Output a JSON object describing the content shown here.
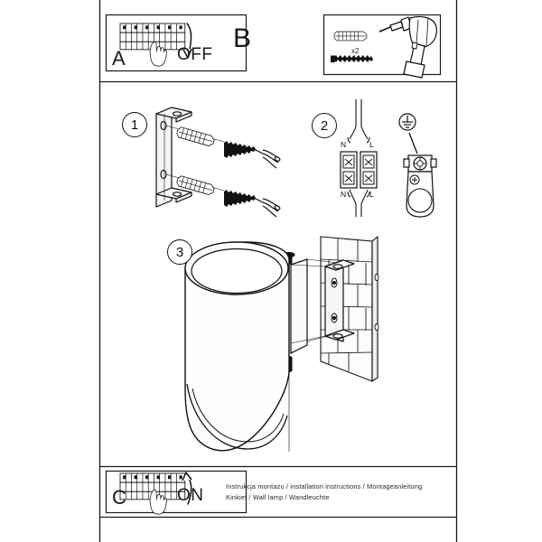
{
  "document": {
    "type": "installation-instruction-sheet",
    "product": "Wall lamp",
    "page_size": "600x600"
  },
  "frames": {
    "box_a": {
      "letter": "A",
      "action_label": "OFF",
      "icon": "fuse-box-switch-off-icon",
      "hand": "hand-pointing-icon",
      "arrow": "arrow-down-curved-icon"
    },
    "box_b": {
      "letter": "B",
      "icon": "power-drill-icon",
      "parts": {
        "wall_plug": "wall-plug-icon",
        "screw": "screw-icon",
        "quantity": "x2"
      }
    },
    "box_c": {
      "letter": "C",
      "action_label": "ON",
      "icon": "fuse-box-switch-on-icon",
      "hand": "hand-pointing-icon",
      "arrow": "arrow-up-curved-icon"
    }
  },
  "steps": [
    {
      "number": "1",
      "name": "mount-bracket",
      "icon": "bracket-with-screws-icon"
    },
    {
      "number": "2",
      "name": "wire-terminal-block",
      "icon": "terminal-block-icon",
      "terminal_labels": {
        "top_left": "N",
        "top_right": "L",
        "bottom_left": "N",
        "bottom_right": "L"
      },
      "earth": {
        "symbol": "earth-ground-icon",
        "name": "ground-terminal"
      }
    },
    {
      "number": "3",
      "name": "attach-lamp-to-wall",
      "icon": "cylinder-wall-lamp-icon"
    }
  ],
  "footer": {
    "line1": "Instrukcja montazu / installation instructions / Montageanleitung",
    "line2": "Kinkiet / Wall lamp / Wandleuchte"
  },
  "colors": {
    "line": "#1a1a1a",
    "background": "#ffffff",
    "shade_light": "#f2f2f2",
    "shade_mid": "#e2e2e2"
  }
}
